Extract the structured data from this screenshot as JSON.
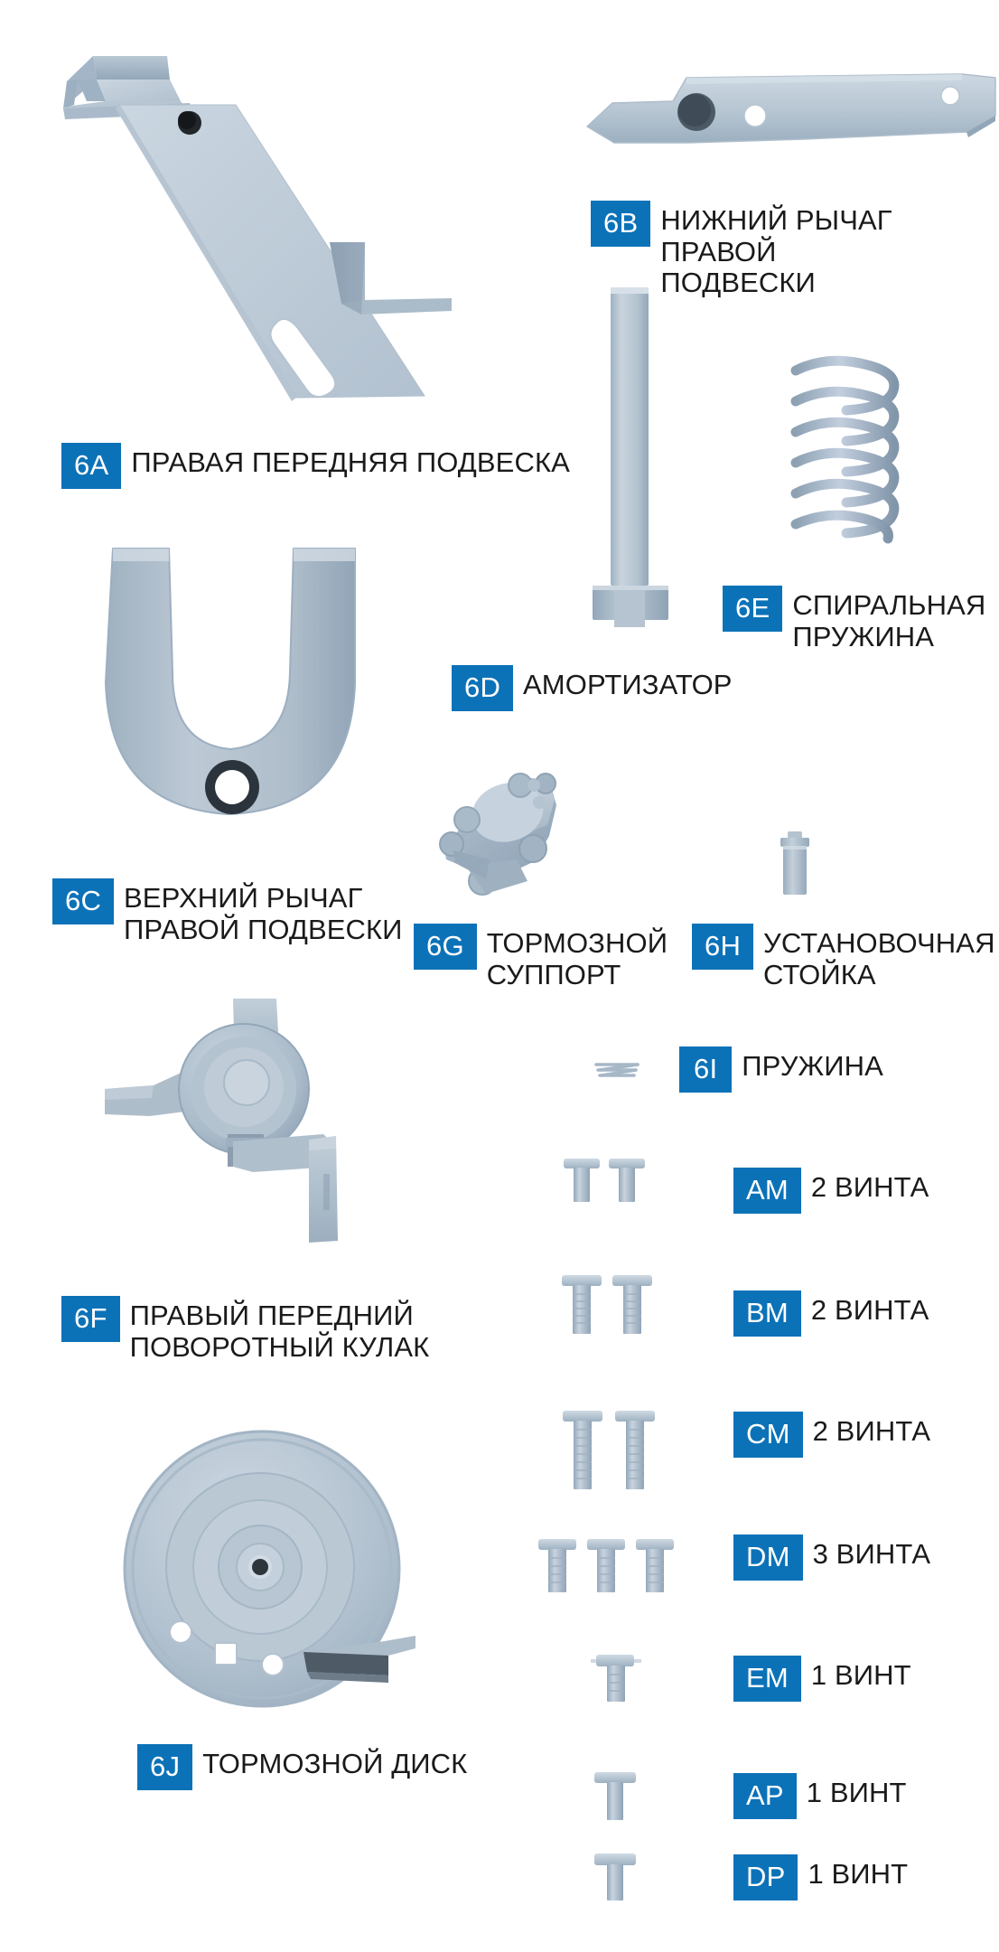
{
  "diagram": {
    "title": "Right Front Suspension Parts Diagram",
    "accent_color": "#0c72b8",
    "tag_text_color": "#ffffff",
    "label_text_color": "#1a1a1a",
    "part_fill_light": "#c3cfdb",
    "part_fill_mid": "#a7b7c6",
    "part_fill_dark": "#8a9cae",
    "background": "#ffffff"
  },
  "parts": [
    {
      "tag": "6A",
      "label": "ПРАВАЯ ПЕРЕДНЯЯ ПОДВЕСКА",
      "icon": "right-front-suspension-bracket"
    },
    {
      "tag": "6B",
      "label": "НИЖНИЙ РЫЧАГ ПРАВОЙ\nПОДВЕСКИ",
      "icon": "lower-control-arm"
    },
    {
      "tag": "6C",
      "label": "ВЕРХНИЙ РЫЧАГ\nПРАВОЙ ПОДВЕСКИ",
      "icon": "upper-control-arm-fork"
    },
    {
      "tag": "6D",
      "label": "АМОРТИЗАТОР",
      "icon": "shock-absorber-rod"
    },
    {
      "tag": "6E",
      "label": "СПИРАЛЬНАЯ\nПРУЖИНА",
      "icon": "coil-spring"
    },
    {
      "tag": "6F",
      "label": "ПРАВЫЙ ПЕРЕДНИЙ\nПОВОРОТНЫЙ КУЛАК",
      "icon": "steering-knuckle"
    },
    {
      "tag": "6G",
      "label": "ТОРМОЗНОЙ\nСУППОРТ",
      "icon": "brake-caliper"
    },
    {
      "tag": "6H",
      "label": "УСТАНОВОЧНАЯ\nСТОЙКА",
      "icon": "mounting-post"
    },
    {
      "tag": "6I",
      "label": "ПРУЖИНА",
      "icon": "flat-spring"
    },
    {
      "tag": "6J",
      "label": "ТОРМОЗНОЙ ДИСК",
      "icon": "brake-disc"
    }
  ],
  "fasteners": [
    {
      "tag": "AM",
      "label": "2 ВИНТА",
      "count": 2,
      "icon": "screw-short"
    },
    {
      "tag": "BM",
      "label": "2 ВИНТА",
      "count": 2,
      "icon": "screw-medium"
    },
    {
      "tag": "CM",
      "label": "2 ВИНТА",
      "count": 2,
      "icon": "screw-long"
    },
    {
      "tag": "DM",
      "label": "3 ВИНТА",
      "count": 3,
      "icon": "screw-medium"
    },
    {
      "tag": "EM",
      "label": "1 ВИНТ",
      "count": 1,
      "icon": "screw-medium"
    },
    {
      "tag": "AP",
      "label": "1 ВИНТ",
      "count": 1,
      "icon": "screw-short-wide"
    },
    {
      "tag": "DP",
      "label": "1 ВИНТ",
      "count": 1,
      "icon": "screw-short-wide"
    }
  ]
}
